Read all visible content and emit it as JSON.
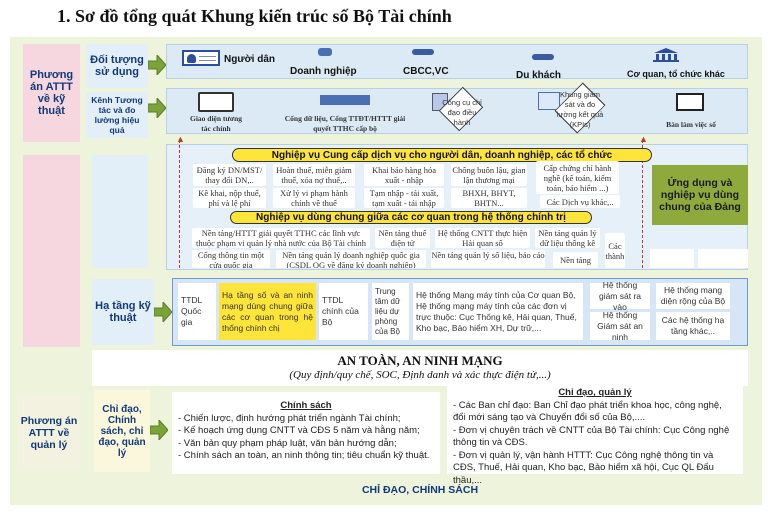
{
  "title": "1. Sơ đồ tổng quát Khung kiến trúc số Bộ Tài chính",
  "left_labels": {
    "technical": "Phương án ATTT về kỹ thuật",
    "management": "Phương án ATTT về quản lý"
  },
  "row_labels": {
    "users": "Đối tượng sử dụng",
    "channels": "Kênh Tương tác và đo lường hiệu quả",
    "infra": "Hạ tầng kỹ thuật",
    "policy": "Chỉ đạo, Chính sách, chỉ đạo, quản lý"
  },
  "users": [
    "Người dân",
    "Doanh nghiệp",
    "CBCC,VC",
    "Du khách",
    "Cơ quan, tổ chức khác"
  ],
  "channels": [
    "Giao diện tương tác chính",
    "Cổng dữ liệu, Cổng TTĐT/HTTT giải quyết TTHC cấp bộ",
    "Công cụ chỉ đạo điều hành",
    "Khung giám sát và đo lường kết quả (KPIs)",
    "Bàn làm việc số"
  ],
  "services": {
    "header": "Nghiệp vụ Cung cấp dịch vụ cho người dân, doanh nghiệp, các tổ chức",
    "cells": [
      "Đăng ký DN/MST/ thay đổi DN,..",
      "Hoàn thuế, miễn giảm thuế, xóa nợ thuế,..",
      "Khai báo hàng hóa xuất - nhập",
      "Chống buôn lậu, gian lận thương mại",
      "Cấp chứng chỉ hành nghề (kế toán, kiểm toán, bảo hiểm ...)",
      "Kê khai, nộp thuế, phí và lệ phí",
      "Xử lý vi phạm hành chính về thuế",
      "Tạm nhập - tái xuất, tạm xuất - tái nhập",
      "BHXH, BHYT, BHTN...",
      "Các Dịch vụ khác,.."
    ]
  },
  "shared": {
    "header": "Nghiệp vụ dùng chung giữa các cơ quan trong hệ thống chính trị",
    "cells": [
      "Nền tảng/HTTT giải quyết TTHC các lĩnh vực thuộc phạm vi quản lý nhà nước của Bộ Tài chính",
      "Nền tảng thuế điện tử",
      "Hệ thống CNTT thực hiện Hải quan số",
      "Nền tảng quản lý dữ liệu thống kê",
      "Cổng thông tin một cửa quốc gia",
      "Nền tảng quản lý doanh nghiệp quốc gia (CSDL QG về đăng ký doanh nghiệp)",
      "Nền tảng quản lý số liệu, báo cáo",
      "Nền tảng",
      "Các thành"
    ]
  },
  "party_apps": "Ứng dụng và nghiệp vụ dùng chung của Đảng",
  "infra": [
    "TTDL Quốc gia",
    "Hạ tầng số và an ninh mạng dùng chung giữa các cơ quan trong hệ thống chính chị",
    "TTDL chính của Bộ",
    "Trung tâm dữ liệu dự phòng của Bộ",
    "Hệ thống Mạng máy tính của Cơ quan Bộ, Hệ thống mạng máy tính của các đơn vị trực thuộc: Cục Thống kê, Hải quan, Thuế, Kho bạc, Bảo hiểm XH, Dự trữ,...",
    "Hệ thống giám sát ra vào",
    "Hệ thống Giám sát an ninh",
    "Hệ thống mạng diện rộng của Bộ",
    "Các hệ thống hạ tầng khác,.."
  ],
  "security": {
    "title": "AN TOÀN, AN NINH MẠNG",
    "subtitle": "(Quy định/quy chế, SOC, Định danh và xác thực điện tử,...)"
  },
  "policy": {
    "header": "Chính sách",
    "items": [
      "- Chiến lược, định hướng phát triển ngành Tài chính;",
      "- Kế hoạch ứng dụng CNTT và CĐS 5 năm và hằng năm;",
      "- Văn bản quy phạm pháp luật, văn bản hướng dẫn;",
      "- Chính sách an toàn, an ninh thông tin; tiêu chuẩn kỹ thuật."
    ]
  },
  "direction": {
    "header": "Chỉ đạo, quản lý",
    "items": [
      "- Các Ban chỉ đạo: Ban Chỉ đạo phát triển khoa học, công nghệ, đổi mới sáng tạo và Chuyển đổi số của Bộ,....",
      "- Đơn vị chuyên trách về CNTT của Bộ Tài chính: Cục Công nghệ thông tin và CĐS.",
      "- Đơn vị quản lý, vận hành HTTT: Cục Công nghệ thông tin và CĐS, Thuế, Hải quan, Kho bạc, Bảo hiểm xã hội, Cục QL Đấu thầu,..."
    ]
  },
  "footer": "CHỈ ĐẠO, CHÍNH SÁCH",
  "colors": {
    "frame": "#eef3dc",
    "pink": "#f6d7df",
    "yellow": "#ffe43a",
    "party": "#8faa3c",
    "arrow": "#7aa33a",
    "title_blue": "#123a7a"
  }
}
